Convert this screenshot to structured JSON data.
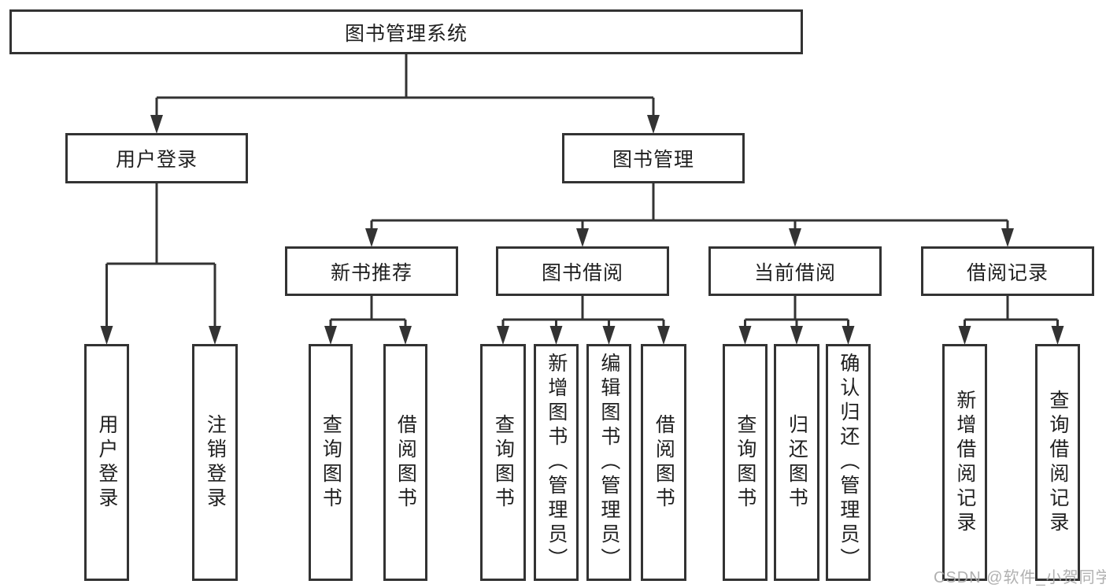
{
  "tree": {
    "root": {
      "label": "图书管理系统"
    },
    "level2": [
      {
        "label": "用户登录"
      },
      {
        "label": "图书管理"
      }
    ],
    "level3": [
      {
        "label": "新书推荐"
      },
      {
        "label": "图书借阅"
      },
      {
        "label": "当前借阅"
      },
      {
        "label": "借阅记录"
      }
    ],
    "leaves": [
      {
        "label": "用户登录"
      },
      {
        "label": "注销登录"
      },
      {
        "label": "查询图书"
      },
      {
        "label": "借阅图书"
      },
      {
        "label": "查询图书"
      },
      {
        "label": "新增图书（管理员）"
      },
      {
        "label": "编辑图书（管理员）"
      },
      {
        "label": "借阅图书"
      },
      {
        "label": "查询图书"
      },
      {
        "label": "归还图书"
      },
      {
        "label": "确认归还（管理员）"
      },
      {
        "label": "新增借阅记录"
      },
      {
        "label": "查询借阅记录"
      }
    ]
  },
  "watermark": "CSDN @软件_小贺同学",
  "colors": {
    "line": "#333333",
    "box_border": "#333333",
    "text": "#1f1f1f",
    "watermark": "#a8a8a8",
    "background": "#ffffff"
  }
}
